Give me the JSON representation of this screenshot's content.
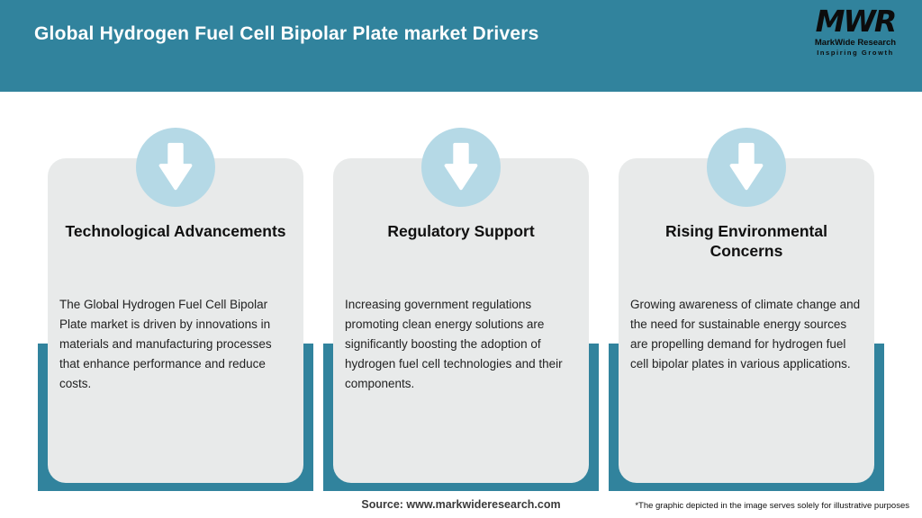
{
  "header": {
    "title": "Global Hydrogen Fuel Cell Bipolar Plate market Drivers"
  },
  "logo": {
    "acronym": "MWR",
    "name": "MarkWide Research",
    "tagline": "Inspiring Growth"
  },
  "cards": [
    {
      "icon": "down-arrow-icon",
      "title": "Technological Advancements",
      "body": "The Global Hydrogen Fuel Cell Bipolar Plate market is driven by innovations in materials and manufacturing processes that enhance performance and reduce costs."
    },
    {
      "icon": "down-arrow-icon",
      "title": "Regulatory Support",
      "body": "Increasing government regulations promoting clean energy solutions are significantly boosting the adoption of hydrogen fuel cell technologies and their components."
    },
    {
      "icon": "down-arrow-icon",
      "title": "Rising Environmental Concerns",
      "body": "Growing awareness of climate change and the need for sustainable energy sources are propelling demand for hydrogen fuel cell bipolar plates in various applications."
    }
  ],
  "footer": {
    "source": "Source: www.markwideresearch.com",
    "disclaimer": "*The graphic depicted in the image serves solely for illustrative purposes"
  },
  "colors": {
    "teal": "#31839D",
    "circle_blue": "#B5D9E6",
    "card_background": "#E8EAEA",
    "header_text": "#FFFFFF"
  }
}
